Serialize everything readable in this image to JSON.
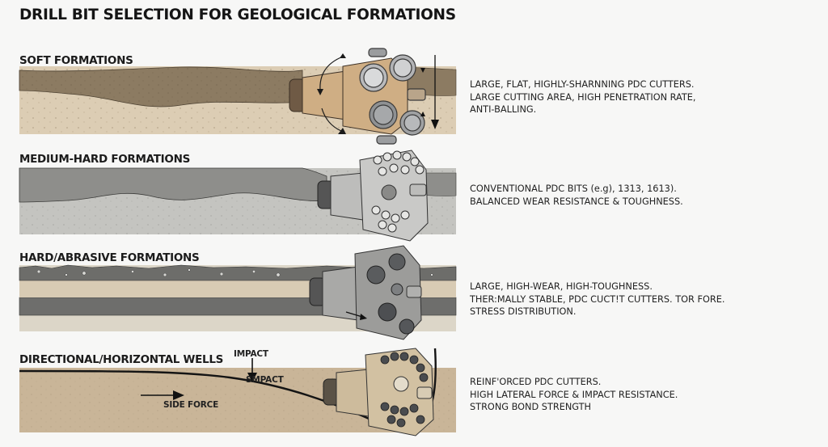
{
  "title": "DRILL BIT SELECTION FOR GEOLOGICAL FORMATIONS",
  "colors": {
    "soft_upper": "#8c7b62",
    "soft_lower": "#dccdb4",
    "medium_upper": "#8e8e8b",
    "medium_lower": "#c4c4c0",
    "hard_rubble": "#6d6d6a",
    "hard_sand": "#d8cbb4",
    "hard_dark": "#6e6e6c",
    "hard_light": "#dcd6c8",
    "directional_fill": "#c9b598",
    "bit_tan": "#cfae84",
    "bit_grey": "#a9a9a7",
    "cutter_grey": "#8f9193",
    "cutter_dark": "#4d4f52"
  },
  "sections": [
    {
      "id": "soft",
      "label": "SOFT FORMATIONS",
      "description": [
        "LARGE, FLAT, HIGHLY-SHARNNING PDC CUTTERS.",
        "LARGE CUTTING AREA, HIGH PENETRATION RATE,",
        "ANTI-BALLING."
      ]
    },
    {
      "id": "medium-hard",
      "label": "MEDIUM-HARD FORMATIONS",
      "description": [
        "CONVENTIONAL PDC BITS (e.g), 1313, 1613).",
        "BALANCED WEAR RESISTANCE & TOUGHNESS."
      ]
    },
    {
      "id": "hard-abrasive",
      "label": "HARD/ABRASIVE FORMATIONS",
      "description": [
        "LARGE, HIGH-WEAR, HIGH-TOUGHNESS.",
        "THER:MALLY STABLE, PDC CUCT!T CUTTERS. TOR FORE.",
        "STRESS DISTRIBUTION."
      ]
    },
    {
      "id": "directional",
      "label": "DIRECTIONAL/HORIZONTAL WELLS",
      "annotations": {
        "impact": "IMPACT",
        "smpact": "SMPACT",
        "side_force": "SIDE FORCE"
      },
      "description": [
        "REINF'ORCED PDC CUTTERS.",
        "HIGH LATERAL FORCE & IMPACT RESISTANCE.",
        "STRONG BOND STRENGTH"
      ]
    }
  ]
}
